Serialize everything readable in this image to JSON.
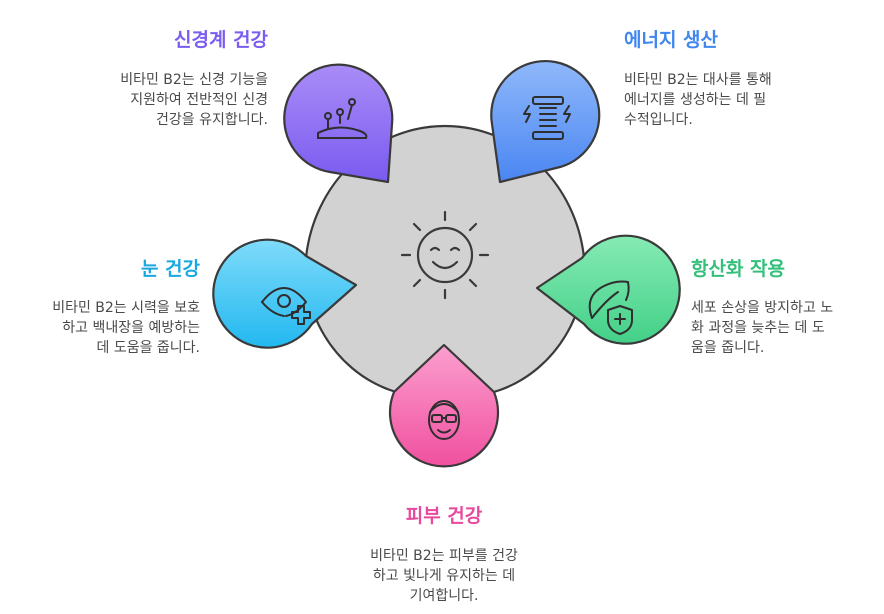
{
  "items": {
    "nerve": {
      "title": "신경계 건강",
      "lines": [
        "비타민 B2는 신경 기능을",
        "지원하여 전반적인 신경",
        "건강을 유지합니다."
      ],
      "color": "#7b5cf0",
      "icon": "nerve-neuron-icon"
    },
    "energy": {
      "title": "에너지 생산",
      "lines": [
        "비타민 B2는 대사를 통해",
        "에너지를 생성하는 데 필",
        "수적입니다."
      ],
      "color": "#3f86f0",
      "icon": "energy-battery-icon"
    },
    "antioxidant": {
      "title": "항산화 작용",
      "lines": [
        "세포 손상을 방지하고 노",
        "화 과정을 늦추는 데 도",
        "움을 줍니다."
      ],
      "color": "#33c07a",
      "icon": "leaf-shield-icon"
    },
    "eye": {
      "title": "눈 건강",
      "lines": [
        "비타민 B2는 시력을 보호",
        "하고 백내장을 예방하는",
        "데 도움을 줍니다."
      ],
      "color": "#1aa8e0",
      "icon": "eye-plus-icon"
    },
    "skin": {
      "title": "피부 건강",
      "lines": [
        "비타민 B2는 피부를 건강",
        "하고 빛나게 유지하는 데",
        "기여합니다."
      ],
      "color": "#e8489e",
      "icon": "face-icon"
    }
  },
  "center_icon": "sun-smile-icon"
}
